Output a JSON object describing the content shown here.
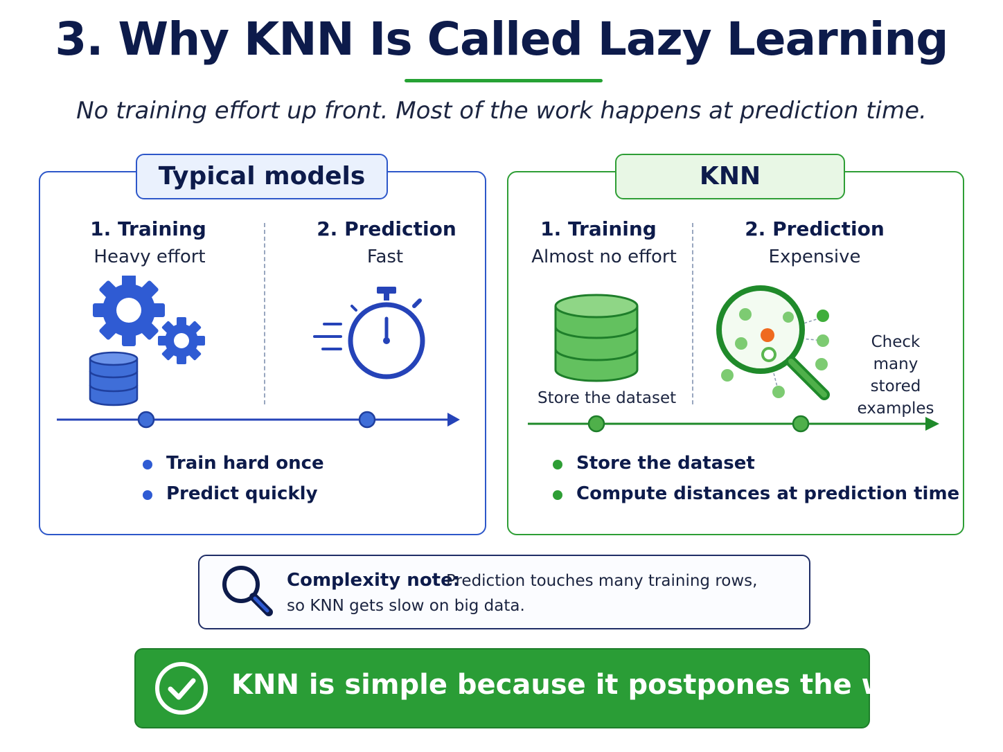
{
  "header": {
    "title": "3. Why KNN Is Called Lazy Learning",
    "subtitle": "No training effort up front. Most of the work happens at prediction time."
  },
  "typical_models": {
    "tag": "Typical models",
    "training": {
      "title": "1. Training",
      "subtitle": "Heavy effort"
    },
    "prediction": {
      "title": "2. Prediction",
      "subtitle": "Fast"
    },
    "bullets": [
      "Train hard once",
      "Predict quickly"
    ],
    "accent_color": "#2d57c9",
    "icons": [
      "gears-icon",
      "database-icon",
      "stopwatch-icon"
    ]
  },
  "knn": {
    "tag": "KNN",
    "training": {
      "title": "1. Training",
      "subtitle": "Almost no effort",
      "caption": "Store the dataset"
    },
    "prediction": {
      "title": "2. Prediction",
      "subtitle": "Expensive",
      "caption": [
        "Check many",
        "stored",
        "examples"
      ]
    },
    "bullets": [
      "Store the dataset",
      "Compute distances at prediction time"
    ],
    "accent_color": "#2e9e35",
    "icons": [
      "database-icon",
      "magnifier-neighbors-icon"
    ]
  },
  "note": {
    "label": "Complexity note:",
    "line1": "Prediction touches many training rows,",
    "line2": "so KNN gets slow on big data.",
    "icon": "search-icon"
  },
  "banner": {
    "text": "KNN is simple because it postpones the work.",
    "icon": "check-circle-icon",
    "color": "#2a9d36"
  }
}
